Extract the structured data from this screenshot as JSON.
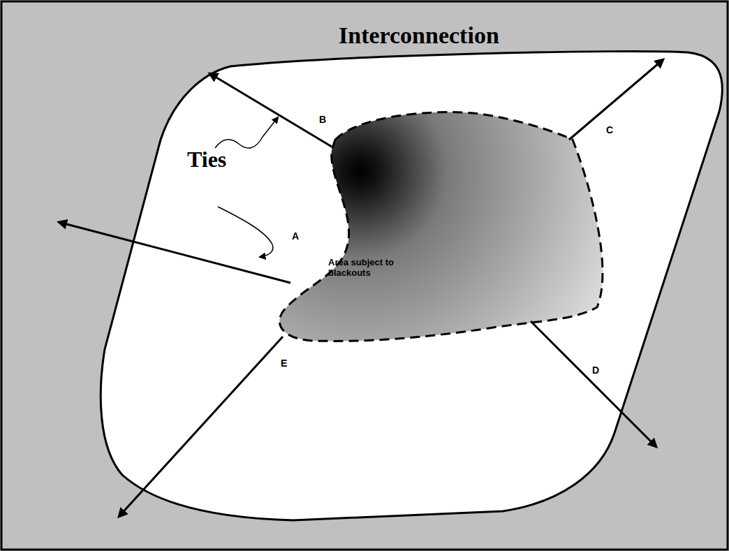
{
  "diagram": {
    "title": "Interconnection",
    "nodes": [
      {
        "text": [
          "Area subject to blackouts"
        ]
      }
    ],
    "labels": [
      "Ties",
      "A",
      "B",
      "C",
      "D",
      "E"
    ]
  }
}
